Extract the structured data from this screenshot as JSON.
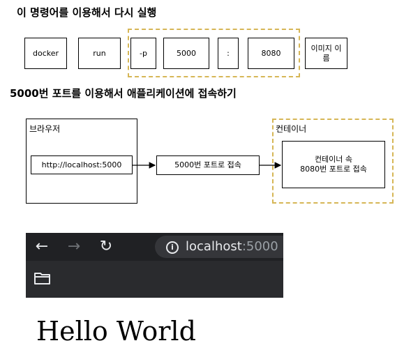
{
  "title1": "이 명령어를 이용해서 다시 실행",
  "command": {
    "docker": "docker",
    "run": "run",
    "flag": "-p",
    "host_port": "5000",
    "colon": ":",
    "container_port": "8080",
    "image": "이미지 이름"
  },
  "title2": "5000번 포트를 이용해서 애플리케이션에 접속하기",
  "diagram": {
    "browser_label": "브라우저",
    "browser_url": "http://localhost:5000",
    "middle": "5000번 포트로 접속",
    "container_label": "컨테이너",
    "container_inner_line1": "컨테이너 속",
    "container_inner_line2": "8080번 포트로 접속"
  },
  "browser": {
    "url_host": "localhost",
    "url_port": ":5000",
    "back_icon": "arrow-left-icon",
    "forward_icon": "arrow-right-icon",
    "reload_icon": "reload-icon",
    "info_icon": "info-icon",
    "folder_icon": "folder-icon",
    "bar_color": "#202124"
  },
  "page": {
    "hello": "Hello World"
  },
  "colors": {
    "dashed_border": "#d6b656"
  }
}
